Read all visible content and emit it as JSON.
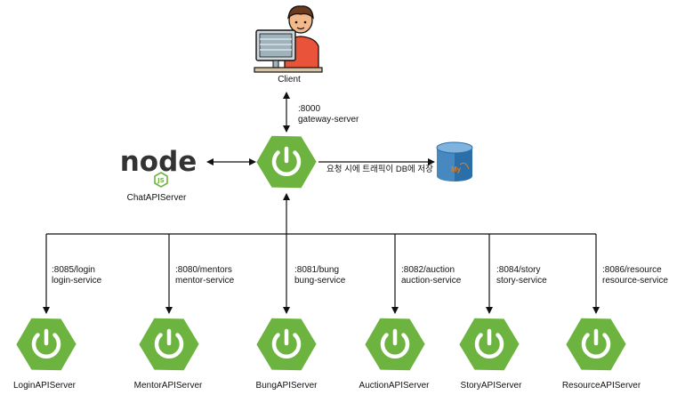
{
  "client": {
    "label": "Client"
  },
  "gateway": {
    "port": ":8000",
    "name": "gateway-server"
  },
  "chat": {
    "label": "ChatAPIServer",
    "logo_text": "node",
    "js_text": "JS"
  },
  "db": {
    "note": "요청 시에 트래픽이 DB에 저장",
    "logo_text": "My"
  },
  "services": [
    {
      "port": ":8085/login",
      "name": "login-service",
      "label": "LoginAPIServer"
    },
    {
      "port": ":8080/mentors",
      "name": "mentor-service",
      "label": "MentorAPIServer"
    },
    {
      "port": ":8081/bung",
      "name": "bung-service",
      "label": "BungAPIServer"
    },
    {
      "port": ":8082/auction",
      "name": "auction-service",
      "label": "AuctionAPIServer"
    },
    {
      "port": ":8084/story",
      "name": "story-service",
      "label": "StoryAPIServer"
    },
    {
      "port": ":8086/resource",
      "name": "resource-service",
      "label": "ResourceAPIServer"
    }
  ],
  "colors": {
    "spring_green": "#6db33f",
    "line": "#111111",
    "db_blue": "#2a6fa8",
    "skin": "#f2b98a",
    "shirt": "#e8533a",
    "hair": "#6b3b1f"
  }
}
